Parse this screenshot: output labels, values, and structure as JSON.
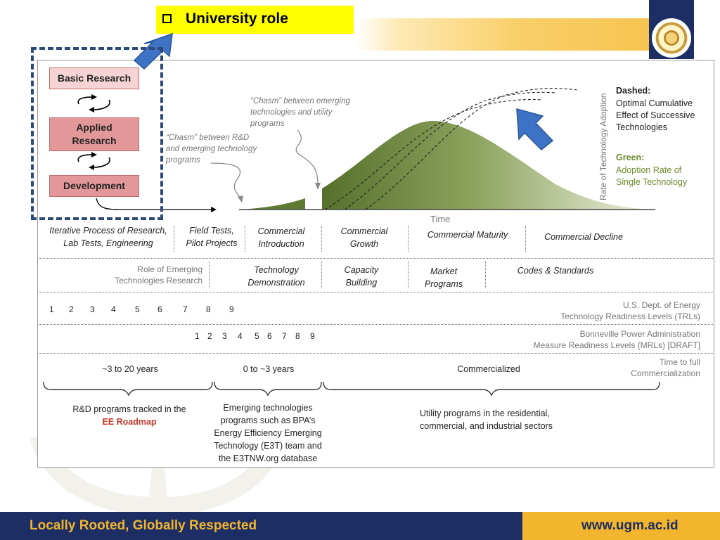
{
  "header": {
    "title": "University role"
  },
  "left_process": {
    "items": [
      "Basic Research",
      "Applied\nResearch",
      "Development"
    ]
  },
  "diagram": {
    "chasm_1": "“Chasm” between R&D\nand emerging technology\nprograms",
    "chasm_2": "“Chasm” between emerging\ntechnologies and utility\nprograms",
    "time_label": "Time",
    "y_axis_label": "Rate of Technology Adoption",
    "legend": {
      "dashed_title": "Dashed:",
      "dashed_text": "Optimal Cumulative\nEffect of Successive\nTechnologies",
      "green_title": "Green:",
      "green_text": "Adoption Rate of\nSingle Technology"
    },
    "stages": [
      "Iterative Process of Research,\nLab Tests, Engineering",
      "Field Tests,\nPilot Projects",
      "Commercial\nIntroduction",
      "Commercial\nGrowth",
      "Commercial Maturity",
      "Commercial Decline"
    ],
    "programs": [
      "Role of Emerging\nTechnologies Research",
      "Technology\nDemonstration",
      "Capacity\nBuilding",
      "Market\nPrograms",
      "Codes & Standards"
    ],
    "trl": {
      "numbers": [
        "1",
        "2",
        "3",
        "4",
        "5",
        "6",
        "7",
        "8",
        "9"
      ],
      "label": "U.S. Dept. of Energy\nTechnology Readiness Levels (TRLs)"
    },
    "mrl": {
      "numbers": [
        "1",
        "2",
        "3",
        "4",
        "5",
        "6",
        "7",
        "8",
        "9"
      ],
      "label": "Bonneville Power Administration\nMeasure Readiness Levels (MRLs) [DRAFT]"
    },
    "time_row": {
      "values": [
        "~3  to 20 years",
        "0 to ~3 years",
        "Commercialized"
      ],
      "label": "Time to full\nCommercialization"
    },
    "bottom": {
      "rd_text": "R&D programs tracked in the",
      "rd_link": "EE Roadmap",
      "emerging_text": "Emerging technologies\nprograms such as BPA’s\nEnergy Efficiency Emerging\nTechnology (E3T) team and\nthe E3TNW.org database",
      "utility_text": "Utility programs in the residential,\ncommercial, and industrial sectors"
    }
  },
  "footer": {
    "motto": "Locally Rooted, Globally Respected",
    "url": "www.ugm.ac.id"
  },
  "colors": {
    "navy": "#1c2e63",
    "gold": "#f3b52e",
    "green_dark": "#4f6b2a",
    "green_light": "#dfe6c8",
    "arrow_blue": "#3d72c4",
    "link_red": "#c0392b"
  }
}
